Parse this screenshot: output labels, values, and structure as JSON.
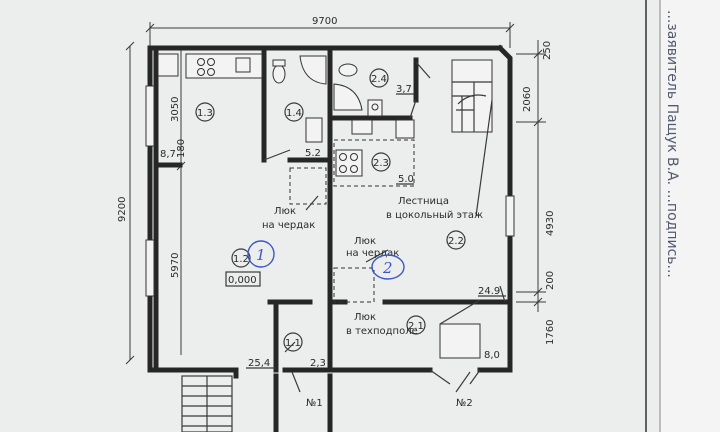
{
  "dimensions": {
    "overall_width": "9700",
    "overall_height": "9200",
    "top_offset": "250",
    "left_upper": "3050",
    "left_lower": "5970",
    "right_a": "2060",
    "right_b": "4930",
    "right_c": "200",
    "right_d": "1760",
    "small_180": "180"
  },
  "rooms": {
    "r13": "1.3",
    "r14": "1.4",
    "r12": "1.2",
    "r11": "1.1",
    "r24": "2.4",
    "r23": "2.3",
    "r22": "2.2",
    "r21": "2.1"
  },
  "areas": {
    "a87": "8,7",
    "a52": "5.2",
    "a37": "3,7",
    "a50": "5.0",
    "a254": "25,4",
    "a23": "2,3",
    "a249": "24.9",
    "a80": "8,0",
    "level": "0,000"
  },
  "labels": {
    "hatch_attic": "Люк",
    "hatch_attic_2": "на чердак",
    "hatch_attic_b": "Люк",
    "hatch_attic_b2": "на чердак",
    "stairs_1": "Лестница",
    "stairs_2": "в цокольный этаж",
    "hatch_under": "Люк",
    "hatch_under_2": "в техподполе",
    "unit1": "№1",
    "unit2": "№2"
  },
  "handwritten": {
    "circle1": "1",
    "circle2": "2"
  },
  "side_text": "...заявитель Пащук В.А. ...подпись..."
}
